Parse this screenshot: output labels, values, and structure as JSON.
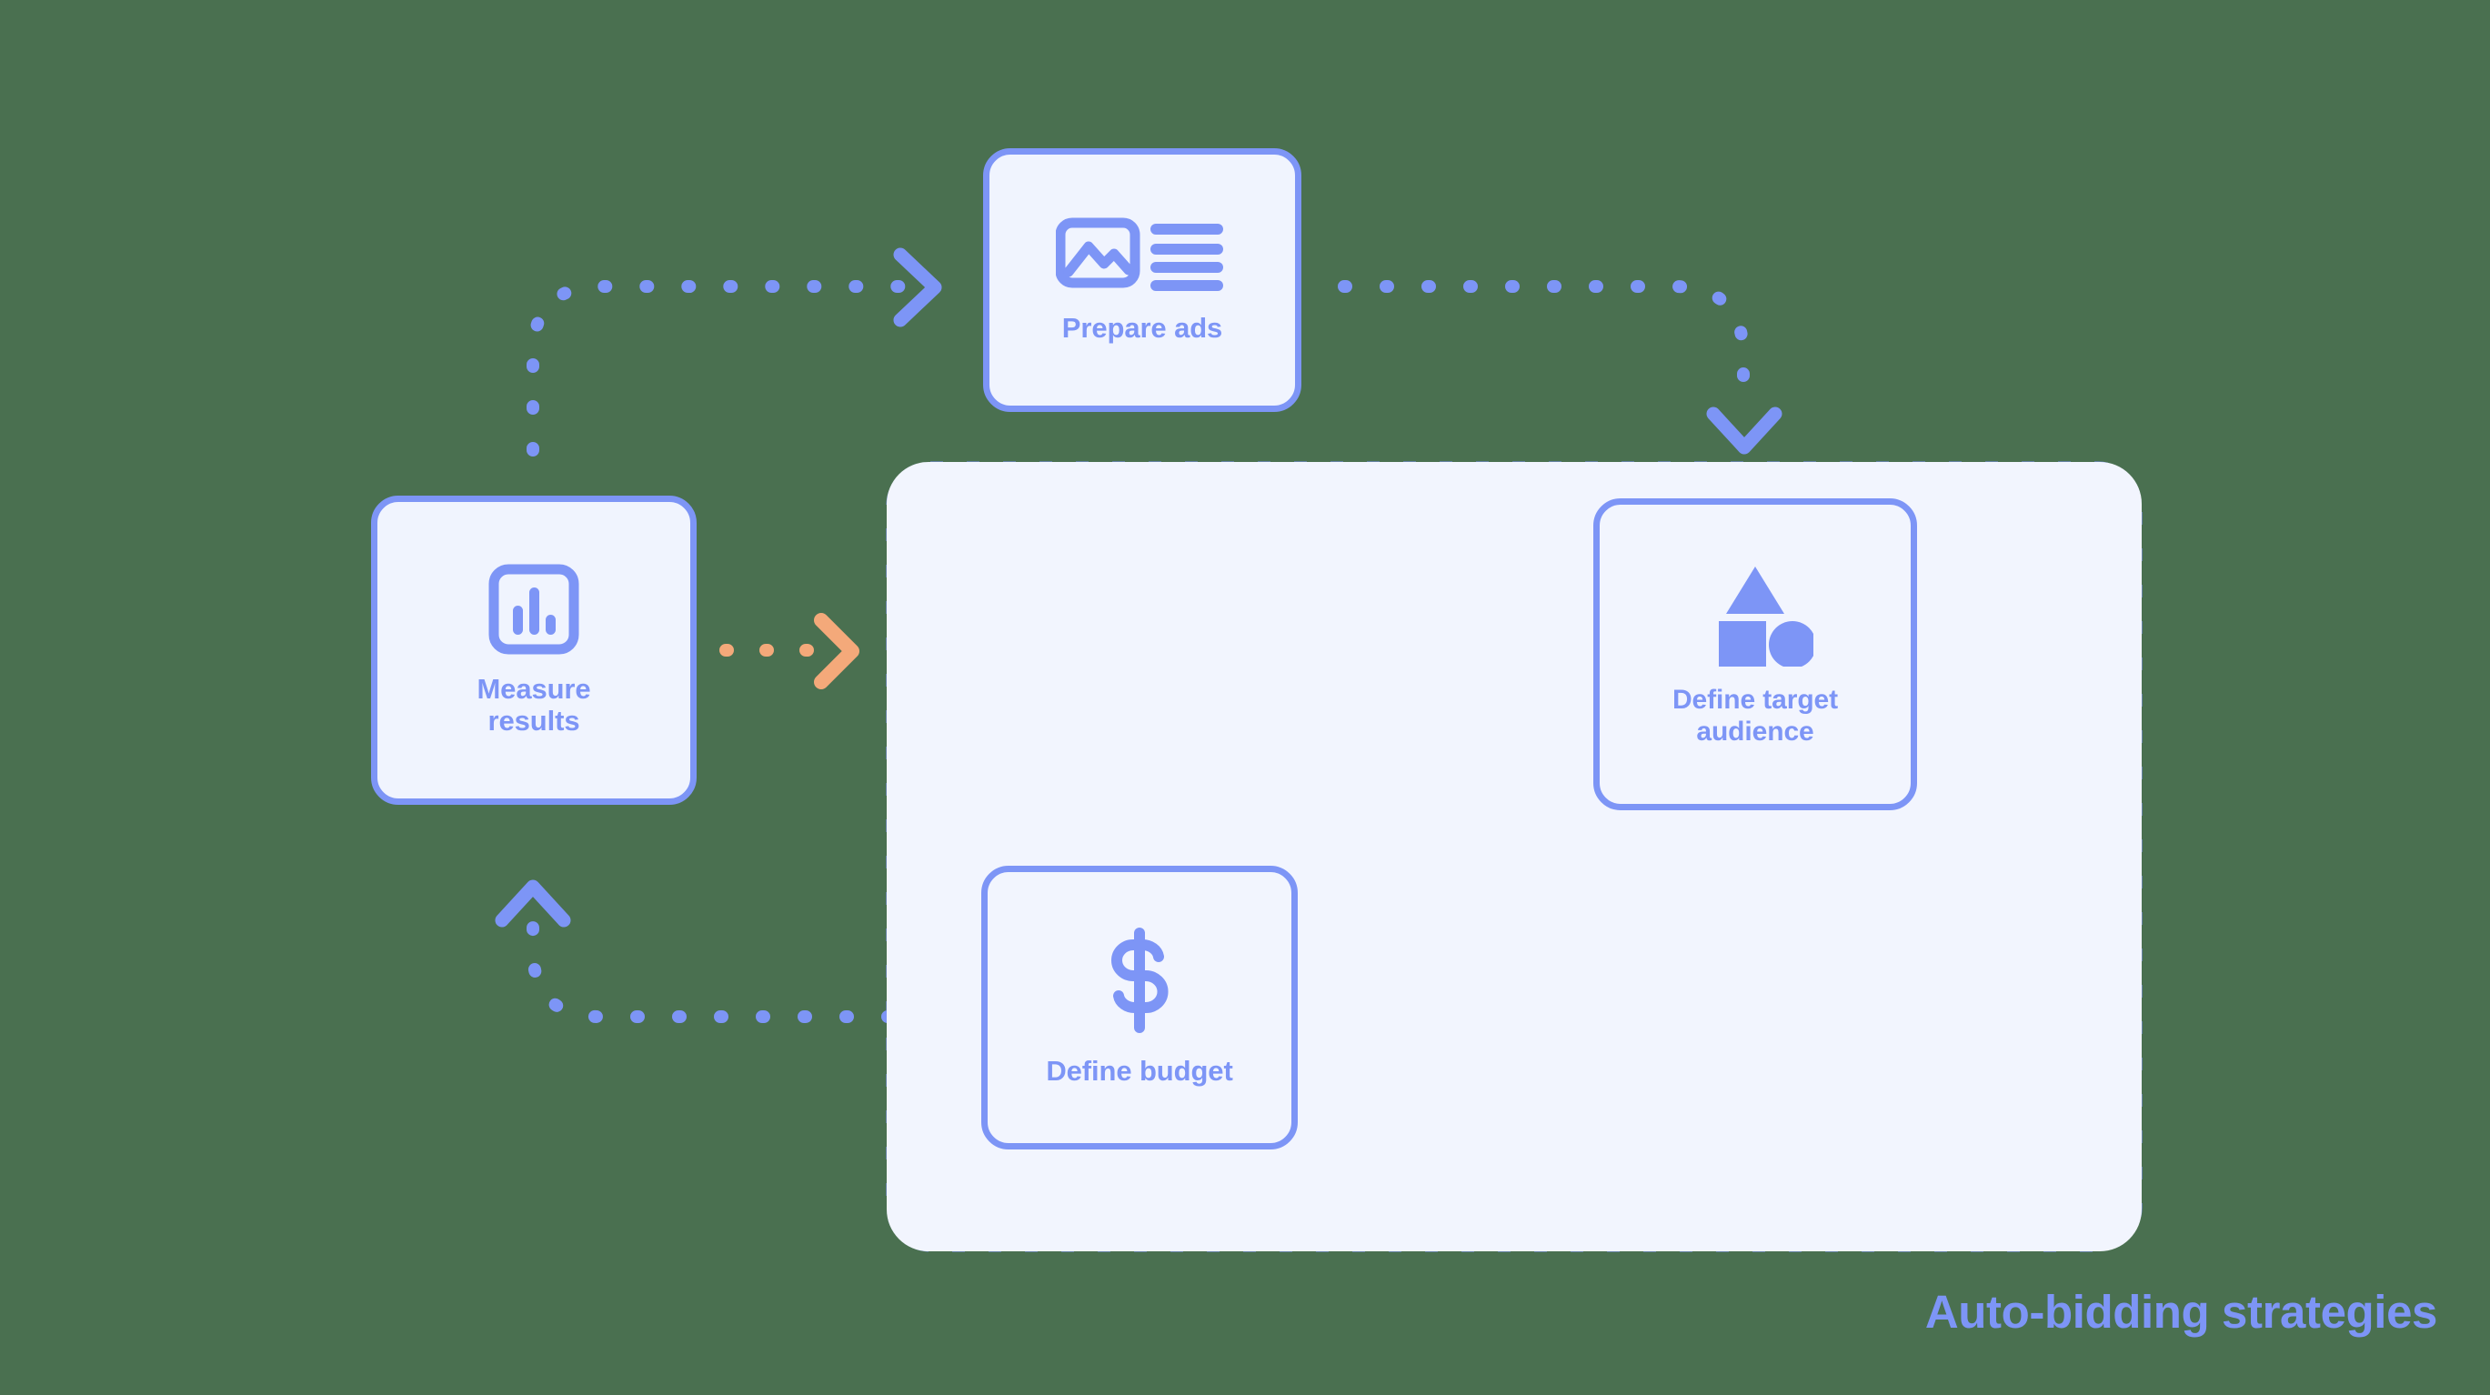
{
  "diagram": {
    "title": "Auto-bidding strategies advertising cycle",
    "background_color": "#4a7050",
    "accent_color": "#7d95f6",
    "highlight_color": "#f4a97a",
    "card_fill": "#f0f4fe",
    "panel_fill": "#f2f5fe"
  },
  "group_panel": {
    "label": "Auto-bidding strategies",
    "border_style": "dashed",
    "border_color": "#7d95f6"
  },
  "cards": [
    {
      "id": "prepare-ads",
      "label": "Prepare ads",
      "icon": "image-and-text-lines-icon"
    },
    {
      "id": "measure-results",
      "label": "Measure\nresults",
      "icon": "bar-chart-icon"
    },
    {
      "id": "define-audience",
      "label": "Define target\naudience",
      "icon": "shapes-triangle-square-circle-icon"
    },
    {
      "id": "define-budget",
      "label": "Define budget",
      "icon": "dollar-sign-icon"
    }
  ],
  "connectors": [
    {
      "id": "measure-to-prepare",
      "from": "measure-results",
      "to": "prepare-ads",
      "color": "#7d95f6",
      "style": "dashed",
      "arrowhead": "chevron-right"
    },
    {
      "id": "prepare-to-panel",
      "from": "prepare-ads",
      "to": "auto-bidding-strategies",
      "color": "#7d95f6",
      "style": "dashed",
      "arrowhead": "chevron-down"
    },
    {
      "id": "measure-to-panel",
      "from": "measure-results",
      "to": "auto-bidding-strategies",
      "color": "#f4a97a",
      "style": "dashed",
      "arrowhead": "chevron-right"
    },
    {
      "id": "audience-to-budget",
      "from": "define-audience",
      "to": "define-budget",
      "color": "#7d95f6",
      "style": "dashed",
      "arrowhead": "chevron-left"
    },
    {
      "id": "budget-to-measure",
      "from": "define-budget",
      "to": "measure-results",
      "color": "#7d95f6",
      "style": "dashed",
      "arrowhead": "chevron-up"
    }
  ]
}
